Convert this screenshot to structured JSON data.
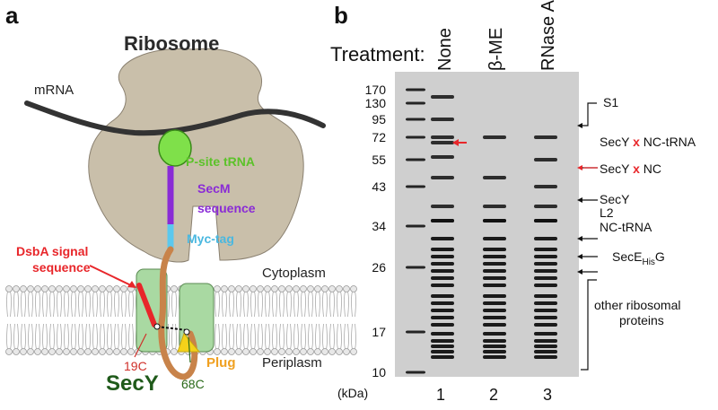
{
  "panel_a": {
    "letter": "a",
    "ribosome_title": "Ribosome",
    "mrna": "mRNA",
    "p_site": "P-site tRNA",
    "secm_line1": "SecM",
    "secm_line2": "sequence",
    "myc": "Myc-tag",
    "dsba_line1": "DsbA signal",
    "dsba_line2": "sequence",
    "cytoplasm": "Cytoplasm",
    "periplasm": "Periplasm",
    "c19": "19C",
    "c68": "68C",
    "plug": "Plug",
    "secy": "SecY",
    "colors": {
      "ribosome": "#c9bfaa",
      "ptrna": "#7fe04a",
      "secm": "#8a2bd6",
      "myc": "#5bc8ee",
      "chain": "#c8834a",
      "signal": "#e8262a",
      "secy": "#a9d9a2",
      "plug": "#f4d21a",
      "secy_text": "#1f5a1a",
      "c19_text": "#d0302a",
      "c68_text": "#2a6a1a"
    }
  },
  "panel_b": {
    "letter": "b",
    "treatment_label": "Treatment:",
    "lanes": [
      "None",
      "β-ME",
      "RNase A"
    ],
    "lane_numbers": [
      "1",
      "2",
      "3"
    ],
    "mw_markers": [
      "170",
      "130",
      "95",
      "72",
      "55",
      "43",
      "34",
      "26",
      "17",
      "10"
    ],
    "mw_unit": "(kDa)",
    "bands": {
      "s1": "S1",
      "secy_x": "x",
      "secy_nc_trna_pre": "SecY",
      "secy_nc_trna_post": "NC-tRNA",
      "secy_nc_pre": "SecY",
      "secy_nc_post": "NC",
      "secy": "SecY",
      "l2": "L2",
      "nc_trna": "NC-tRNA",
      "sece_pre": "SecE",
      "sece_sub": "His",
      "sece_post": "G",
      "other_line1": "other ribosomal",
      "other_line2": "proteins"
    }
  }
}
